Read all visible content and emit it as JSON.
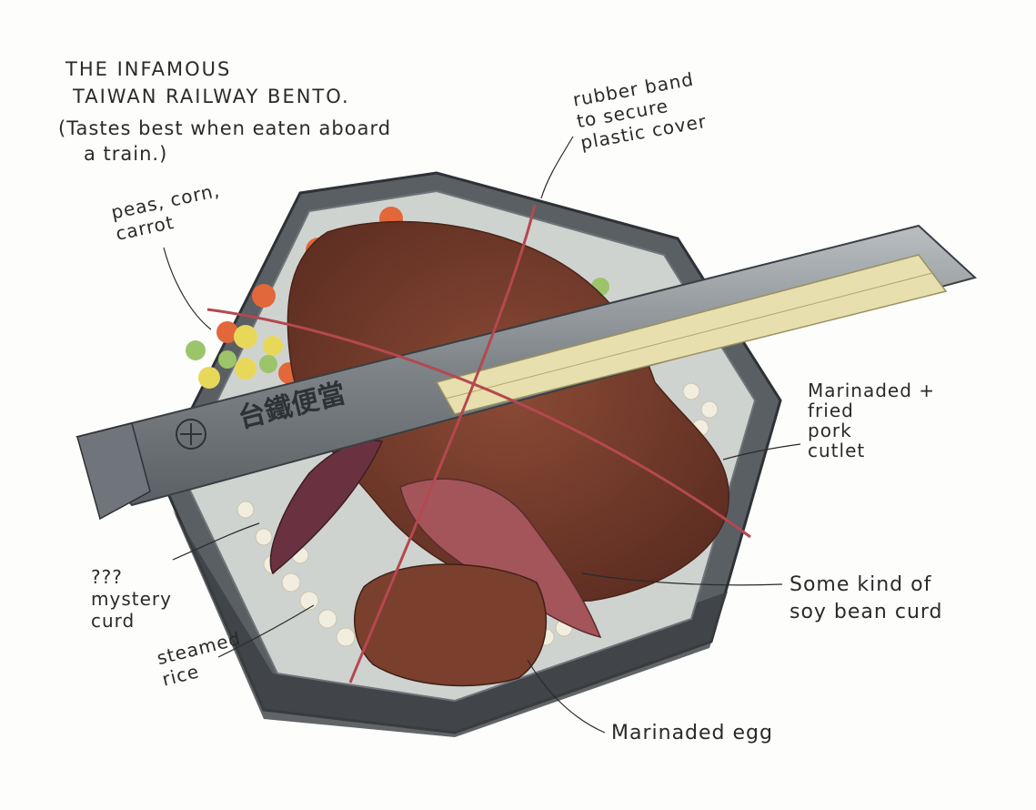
{
  "title": {
    "line1": "THE INFAMOUS",
    "line2": "TAIWAN RAILWAY BENTO.",
    "subtitle_line1": "(Tastes best when eaten aboard",
    "subtitle_line2": "a train.)"
  },
  "annotations": {
    "rubber_band": "rubber band\nto secure\nplastic cover",
    "peas_corn_carrot": "peas, corn,\ncarrot",
    "pork_cutlet": "Marinaded +\nfried\npork\ncutlet",
    "mystery_curd": "???\nmystery\ncurd",
    "soy_bean_curd": "Some kind of\nsoy bean curd",
    "steamed_rice": "steamed\nrice",
    "marinaded_egg": "Marinaded egg"
  },
  "chopstick_wrapper_text": "台鐵便當",
  "colors": {
    "box_edge": "#3f4448",
    "meat": "#7a3e2c",
    "rubber_band": "#b5484f",
    "chopstick": "#e8dfae",
    "wrapper": "#8f9599"
  }
}
